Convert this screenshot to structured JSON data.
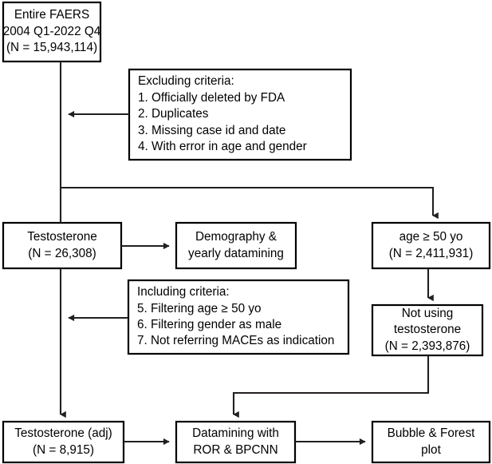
{
  "diagram": {
    "title": "FAERS testosterone study flow diagram",
    "stroke_color": "#231f20",
    "box_fill": "#ffffff",
    "box_stroke": "#000000"
  },
  "nodes": {
    "entire_faers": {
      "name": "entire-faers-box",
      "lines": [
        "Entire FAERS",
        "2004 Q1-2022 Q4",
        "(N = 15,943,114)"
      ]
    },
    "excluding_criteria": {
      "name": "excluding-criteria-box",
      "lines": [
        "Excluding criteria:",
        "1. Officially deleted by FDA",
        "2. Duplicates",
        "3. Missing case id and date",
        "4. With error in age and gender"
      ]
    },
    "testosterone": {
      "name": "testosterone-box",
      "lines": [
        "Testosterone",
        "(N = 26,308)"
      ]
    },
    "demography": {
      "name": "demography-box",
      "lines": [
        "Demography &",
        "yearly datamining"
      ]
    },
    "age_50": {
      "name": "age-50-box",
      "lines": [
        "age ≥ 50 yo",
        "(N = 2,411,931)"
      ]
    },
    "including_criteria": {
      "name": "including-criteria-box",
      "lines": [
        "Including criteria:",
        "5. Filtering age ≥ 50 yo",
        "6. Filtering gender as male",
        "7. Not referring MACEs as indication"
      ]
    },
    "not_using_testosterone": {
      "name": "not-using-testosterone-box",
      "lines": [
        "Not using",
        "testosterone",
        "(N = 2,393,876)"
      ]
    },
    "testosterone_adj": {
      "name": "testosterone-adj-box",
      "lines": [
        "Testosterone (adj)",
        "(N = 8,915)"
      ]
    },
    "datamining": {
      "name": "datamining-box",
      "lines": [
        "Datamining with",
        "ROR & BPCNN"
      ]
    },
    "bubble_forest": {
      "name": "bubble-forest-box",
      "lines": [
        "Bubble & Forest",
        "plot"
      ]
    }
  }
}
